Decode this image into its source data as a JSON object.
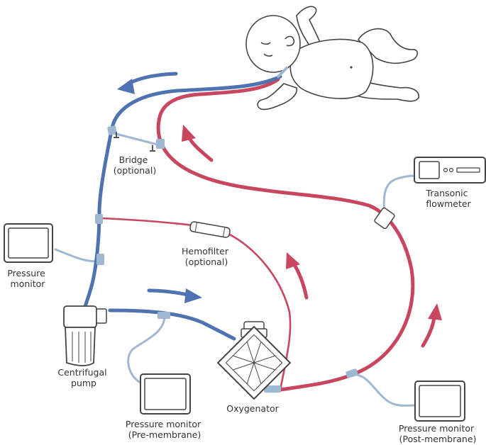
{
  "colors": {
    "venous": "#4f72b0",
    "arterial": "#c8475f",
    "line": "#9fb8d2",
    "outline": "#444444",
    "text": "#333333"
  },
  "labels": {
    "bridge": [
      "Bridge",
      "(optional)"
    ],
    "transonic": [
      "Transonic",
      "flowmeter"
    ],
    "hemofilter": [
      "Hemofilter",
      "(optional)"
    ],
    "pressure_monitor": [
      "Pressure",
      "monitor"
    ],
    "centrifugal_pump": [
      "Centrifugal",
      "pump"
    ],
    "oxygenator": [
      "Oxygenator"
    ],
    "pressure_pre": [
      "Pressure monitor",
      "(Pre-membrane)"
    ],
    "pressure_post": [
      "Pressure monitor",
      "(Post-membrane)"
    ]
  },
  "icons": [
    "infant-illustration",
    "centrifugal-pump-icon",
    "oxygenator-icon",
    "hemofilter-icon",
    "flow-sensor-icon",
    "pressure-monitor-icon",
    "flowmeter-device-icon",
    "flow-arrow-icon"
  ]
}
